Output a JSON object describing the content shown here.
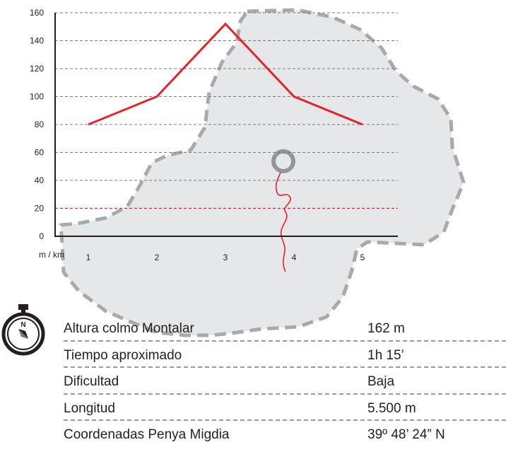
{
  "chart_data": {
    "type": "line",
    "title": "",
    "xlabel": "",
    "ylabel": "",
    "unit_label": "m / km",
    "x": [
      1,
      2,
      3,
      4,
      5
    ],
    "categories": [
      "1",
      "2",
      "3",
      "4",
      "5"
    ],
    "series": [
      {
        "values": [
          80,
          100,
          152,
          100,
          80
        ],
        "color": "#e8202a"
      }
    ],
    "ylim": [
      0,
      160
    ],
    "yticks": [
      0,
      20,
      40,
      60,
      80,
      100,
      120,
      140,
      160
    ],
    "grid": true,
    "reference_line": {
      "y": 20,
      "color": "#e8202a"
    }
  },
  "map": {
    "fill": "#e6e7e8",
    "border": "#a7a9ac",
    "route_color": "#e8202a",
    "marker_color": "#939598"
  },
  "compass": {
    "letter": "N",
    "icon": "compass-icon"
  },
  "info": {
    "rows": [
      {
        "label": "Altura colmo Montalar",
        "value": "162 m"
      },
      {
        "label": "Tiempo aproximado",
        "value": "1h 15’"
      },
      {
        "label": "Dificultad",
        "value": "Baja"
      },
      {
        "label": "Longitud",
        "value": "5.500 m"
      },
      {
        "label": "Coordenadas Penya Migdia",
        "value": "39º 48’ 24” N"
      }
    ]
  }
}
